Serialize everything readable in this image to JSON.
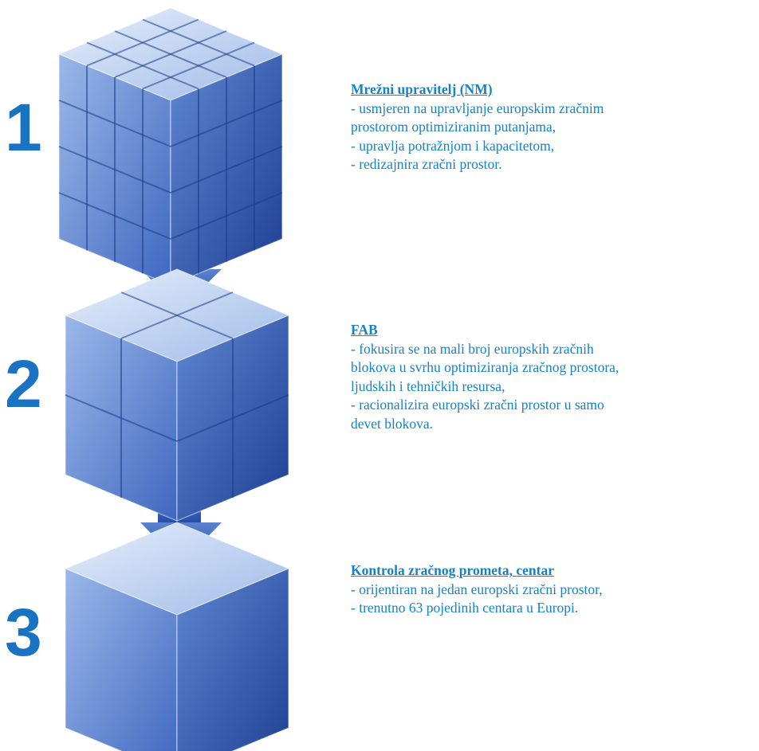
{
  "levels": [
    {
      "number": "1",
      "title": "Mrežni upravitelj (NM)",
      "lines": [
        "- usmjeren na upravljanje europskim zračnim",
        "prostorom optimiziranim putanjama,",
        "- upravlja potražnjom i kapacitetom,",
        "- redizajnira zračni prostor."
      ]
    },
    {
      "number": "2",
      "title": "FAB",
      "lines": [
        "- fokusira se na mali broj europskih zračnih",
        "blokova u svrhu optimiziranja zračnog prostora,",
        "ljudskih i tehničkih resursa,",
        "- racionalizira europski zračni prostor u samo",
        "devet blokova."
      ]
    },
    {
      "number": "3",
      "title": "Kontrola zračnog prometa, centar",
      "lines": [
        "- orijentiran na jedan europski zračni prostor,",
        "- trenutno 63 pojedinih centara u Europi."
      ]
    }
  ],
  "colors": {
    "number": "#1a73c2",
    "text": "#1582c8",
    "cube_light": "#c8daf2",
    "cube_mid": "#6f97d8",
    "cube_dark": "#2a4fa6",
    "arrow": "#2e5db8"
  },
  "cubes": [
    {
      "level": "1",
      "grid": 4
    },
    {
      "level": "2",
      "grid": 2
    },
    {
      "level": "3",
      "grid": 1
    }
  ]
}
